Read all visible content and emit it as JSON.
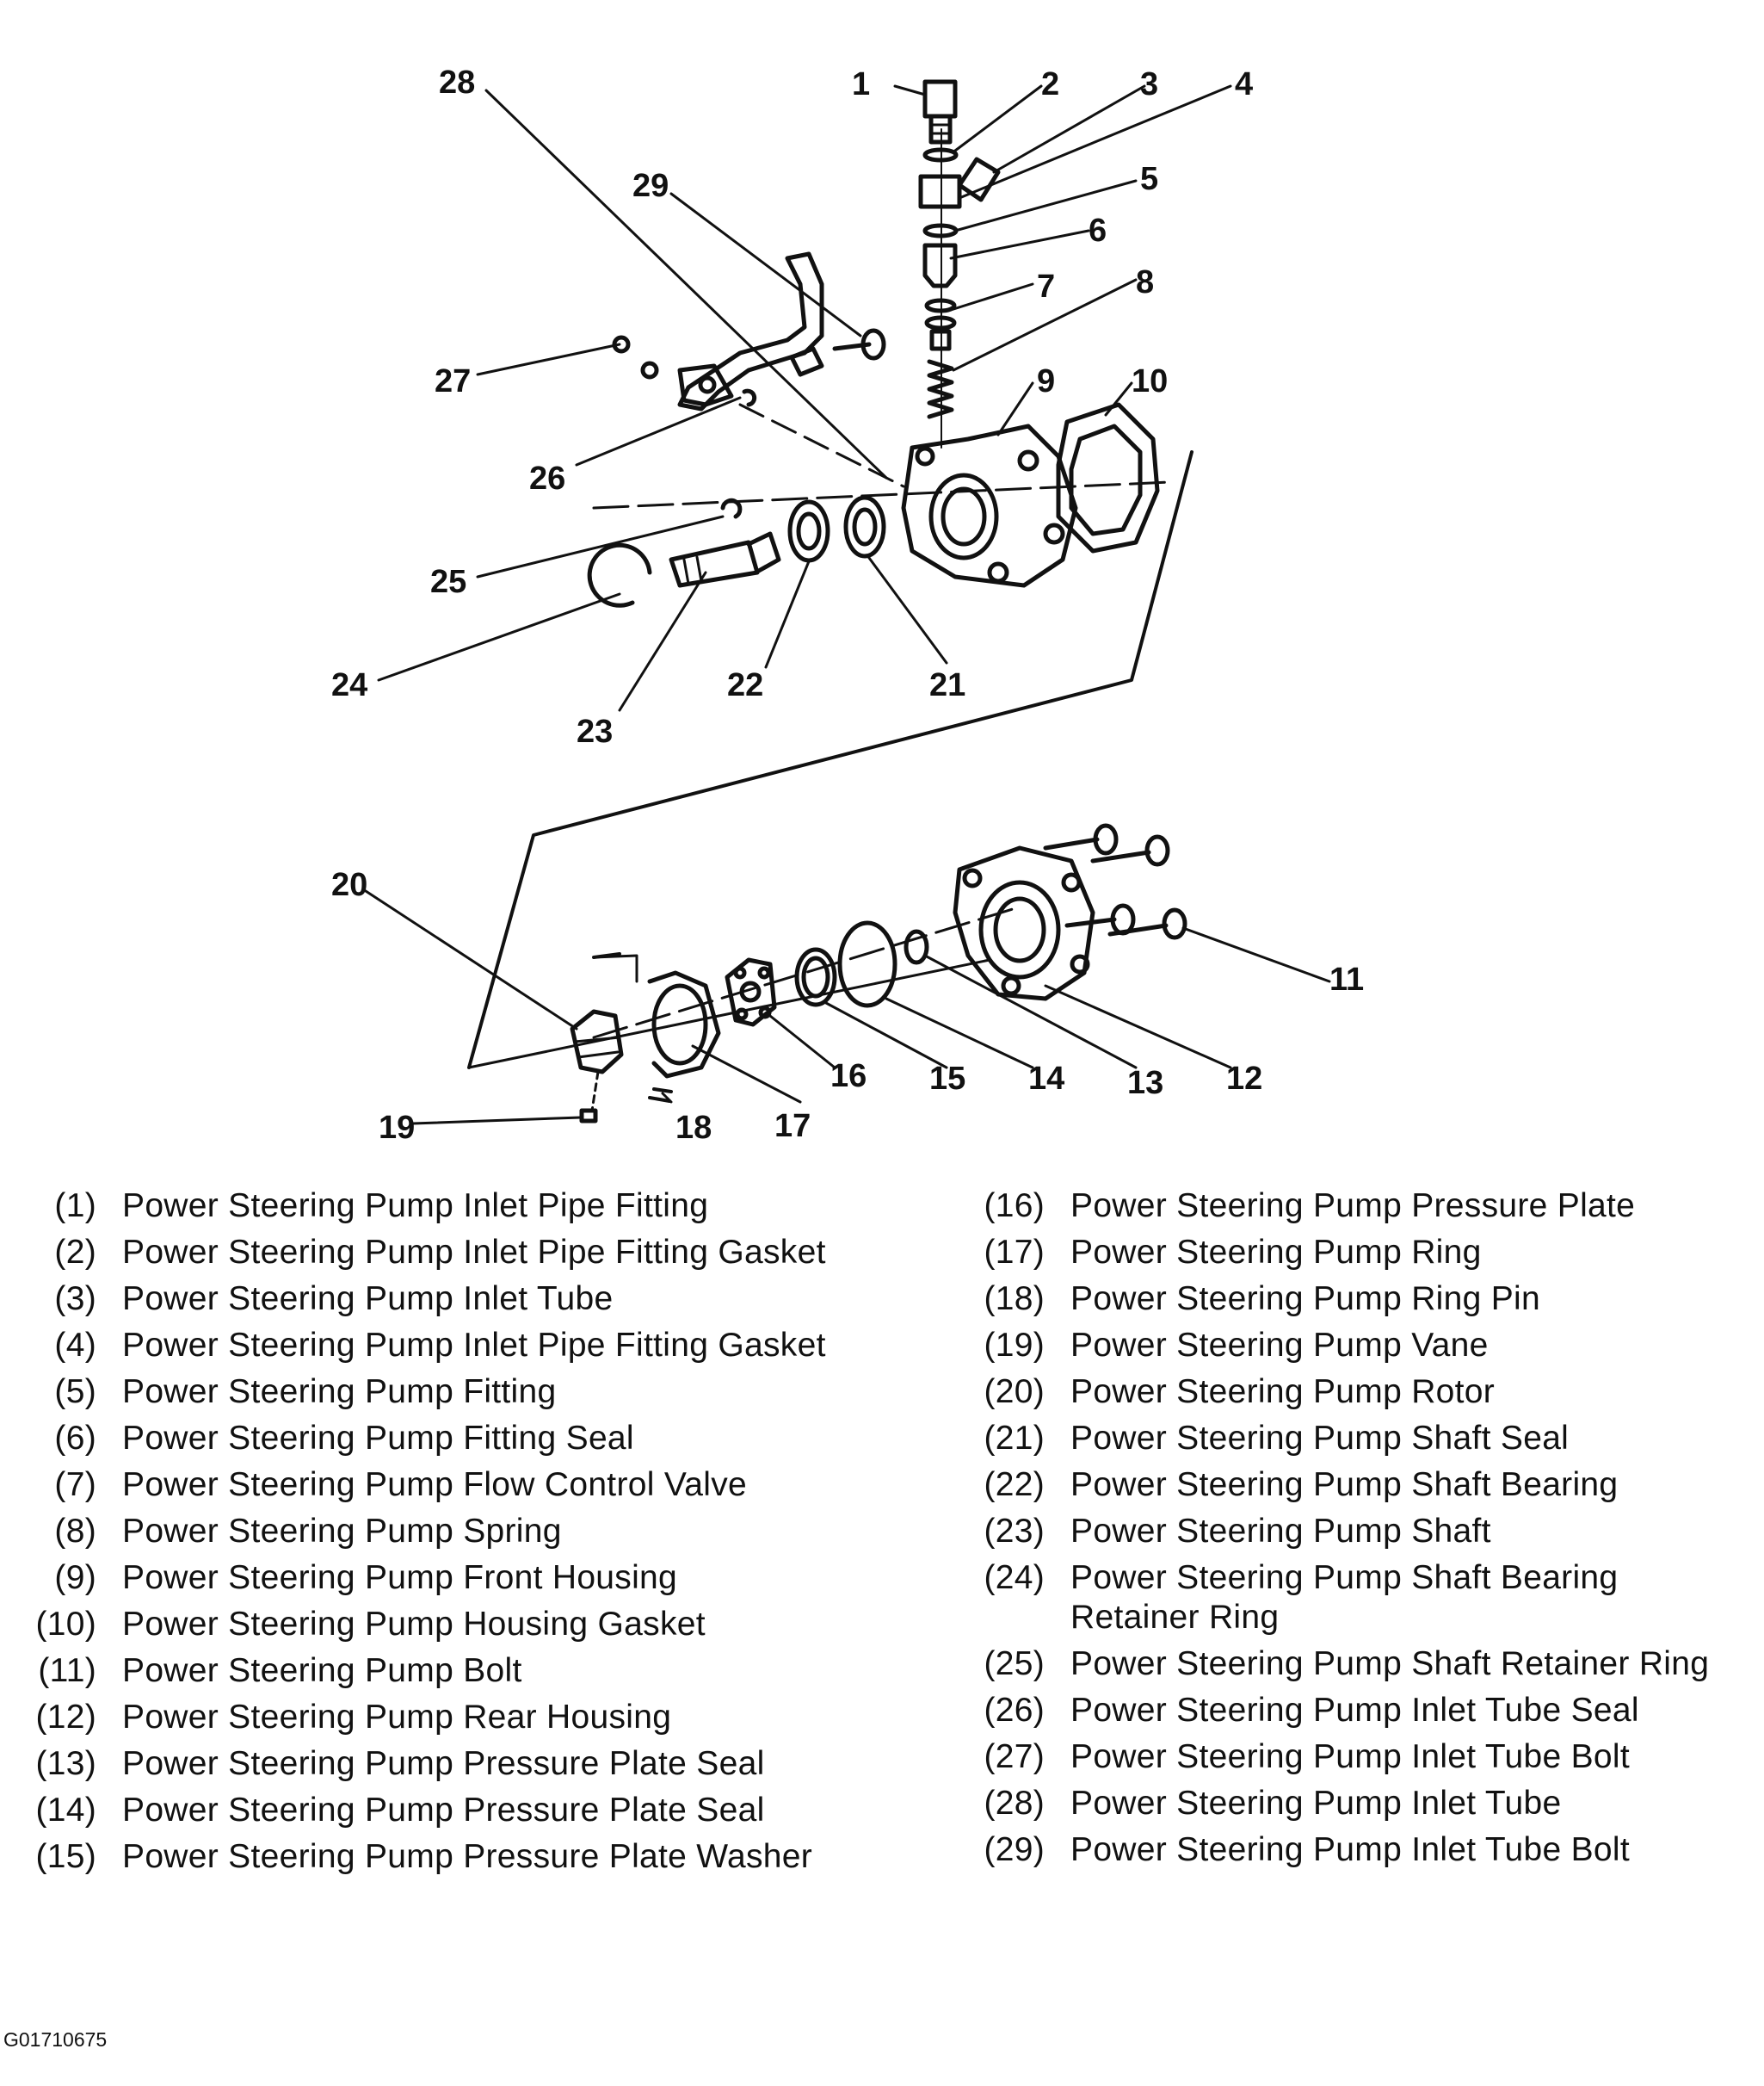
{
  "callouts": [
    "1",
    "2",
    "3",
    "4",
    "5",
    "6",
    "7",
    "8",
    "9",
    "10",
    "11",
    "12",
    "13",
    "14",
    "15",
    "16",
    "17",
    "18",
    "19",
    "20",
    "21",
    "22",
    "23",
    "24",
    "25",
    "26",
    "27",
    "28",
    "29"
  ],
  "legend": {
    "left": [
      {
        "num": "(1)",
        "text": "Power Steering Pump Inlet Pipe Fitting"
      },
      {
        "num": "(2)",
        "text": "Power Steering Pump Inlet Pipe Fitting Gasket"
      },
      {
        "num": "(3)",
        "text": "Power Steering Pump Inlet Tube"
      },
      {
        "num": "(4)",
        "text": "Power Steering Pump Inlet Pipe Fitting Gasket"
      },
      {
        "num": "(5)",
        "text": "Power Steering Pump Fitting"
      },
      {
        "num": "(6)",
        "text": "Power Steering Pump Fitting Seal"
      },
      {
        "num": "(7)",
        "text": "Power Steering Pump Flow Control Valve"
      },
      {
        "num": "(8)",
        "text": "Power Steering Pump Spring"
      },
      {
        "num": "(9)",
        "text": "Power Steering Pump Front Housing"
      },
      {
        "num": "(10)",
        "text": "Power Steering Pump Housing Gasket"
      },
      {
        "num": "(11)",
        "text": "Power Steering Pump Bolt"
      },
      {
        "num": "(12)",
        "text": "Power Steering Pump Rear Housing"
      },
      {
        "num": "(13)",
        "text": "Power Steering Pump Pressure Plate Seal"
      },
      {
        "num": "(14)",
        "text": "Power Steering Pump Pressure Plate Seal"
      },
      {
        "num": "(15)",
        "text": "Power Steering Pump Pressure Plate Washer"
      }
    ],
    "right": [
      {
        "num": "(16)",
        "text": "Power Steering Pump Pressure Plate"
      },
      {
        "num": "(17)",
        "text": "Power Steering Pump Ring"
      },
      {
        "num": "(18)",
        "text": "Power Steering Pump Ring Pin"
      },
      {
        "num": "(19)",
        "text": "Power Steering Pump Vane"
      },
      {
        "num": "(20)",
        "text": "Power Steering Pump Rotor"
      },
      {
        "num": "(21)",
        "text": "Power Steering Pump Shaft Seal"
      },
      {
        "num": "(22)",
        "text": "Power Steering Pump Shaft Bearing"
      },
      {
        "num": "(23)",
        "text": "Power Steering Pump Shaft"
      },
      {
        "num": "(24)",
        "text": "Power Steering Pump Shaft Bearing Retainer Ring"
      },
      {
        "num": "(25)",
        "text": "Power Steering Pump Shaft Retainer Ring"
      },
      {
        "num": "(26)",
        "text": "Power Steering Pump Inlet Tube Seal"
      },
      {
        "num": "(27)",
        "text": "Power Steering Pump Inlet Tube Bolt"
      },
      {
        "num": "(28)",
        "text": "Power Steering Pump Inlet Tube"
      },
      {
        "num": "(29)",
        "text": "Power Steering Pump Inlet Tube Bolt"
      }
    ]
  },
  "figure_id": "G01710675"
}
